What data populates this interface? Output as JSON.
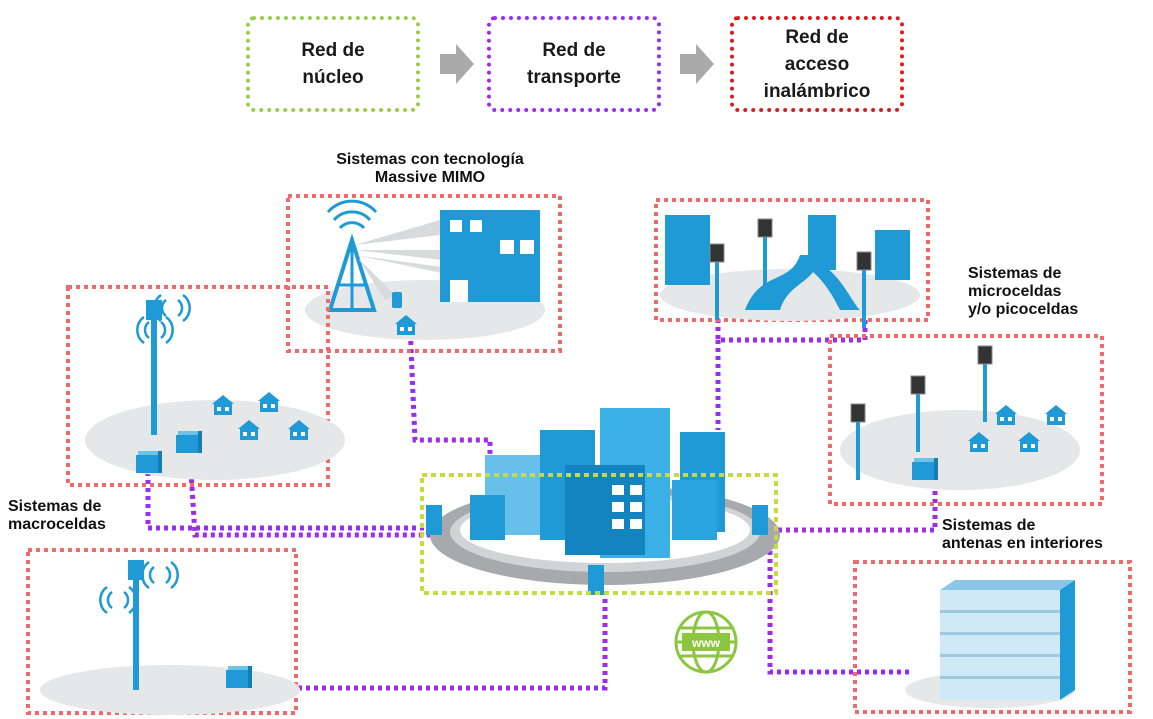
{
  "legend": {
    "core": "Red de\nnúcleo",
    "transport": "Red de\ntransporte",
    "access": "Red de\nacceso\ninalámbrico",
    "colors": {
      "core": "#9acd4a",
      "transport": "#9b2cf0",
      "access": "#d81d1d"
    }
  },
  "labels": {
    "mimo": "Sistemas con tecnología\nMassive MIMO",
    "micro": "Sistemas de\nmicroceldas\ny/o picoceldas",
    "macro": "Sistemas de\nmacroceldas",
    "indoor": "Sistemas de\nantenas en interiores",
    "www": "www"
  },
  "colors": {
    "device_blue": "#1f9ad6",
    "ground_gray": "#e6e7e9",
    "region_border": "#ef6b6b",
    "link": "#9b2cf0",
    "core_border": "#c5dc3f",
    "globe": "#8cc63f"
  }
}
